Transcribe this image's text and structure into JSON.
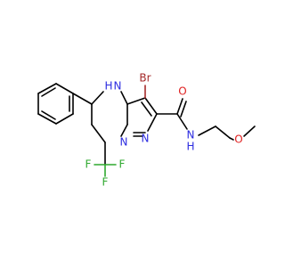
{
  "molecule": {
    "atoms": {
      "br": {
        "label": "Br",
        "color": "#a52a2a"
      },
      "nh": {
        "label": "N",
        "color": "#2c2ce0"
      },
      "h": {
        "label": "H",
        "color": "#2c2ce0"
      },
      "o": {
        "label": "O",
        "color": "#e02020"
      },
      "amide_n": {
        "label": "N",
        "color": "#2c2ce0"
      },
      "amide_h": {
        "label": "H",
        "color": "#2c2ce0"
      },
      "ring_n1": {
        "label": "N",
        "color": "#2c2ce0"
      },
      "ring_n2": {
        "label": "N",
        "color": "#2c2ce0"
      },
      "ether_o": {
        "label": "O",
        "color": "#e02020"
      },
      "f1": {
        "label": "F",
        "color": "#2fa82f"
      },
      "f2": {
        "label": "F",
        "color": "#2fa82f"
      },
      "f3": {
        "label": "F",
        "color": "#2fa82f"
      }
    }
  }
}
